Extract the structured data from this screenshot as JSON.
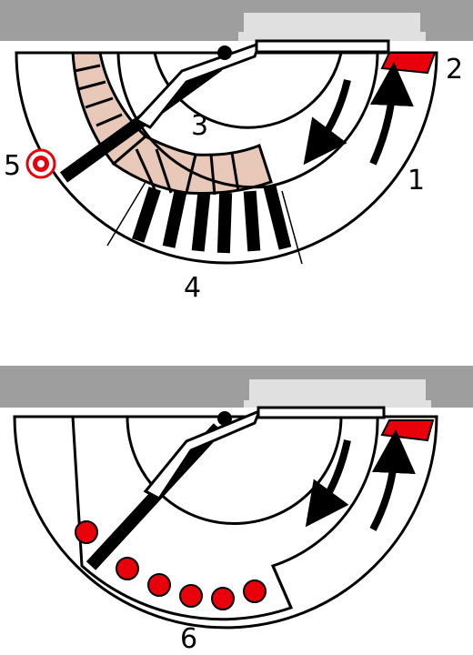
{
  "labels": {
    "l1": "1",
    "l2": "2",
    "l3": "3",
    "l4": "4",
    "l5": "5",
    "l6": "6"
  },
  "colors": {
    "housing": "#9e9e9e",
    "housing_panel": "#e0e0e0",
    "outline": "#000000",
    "rib_fill": "#e8c8b8",
    "accent_red": "#e8000b",
    "background": "#ffffff"
  },
  "top_view": {
    "flow_arrows": [
      "up-arrow",
      "down-arrow"
    ],
    "red_tab": "red-tab",
    "ribs_count": 8,
    "black_bars_count": 6,
    "marker": "target-marker"
  },
  "bottom_view": {
    "flow_arrows": [
      "up-arrow",
      "down-arrow"
    ],
    "red_tab": "red-tab",
    "dots_count": 6
  }
}
